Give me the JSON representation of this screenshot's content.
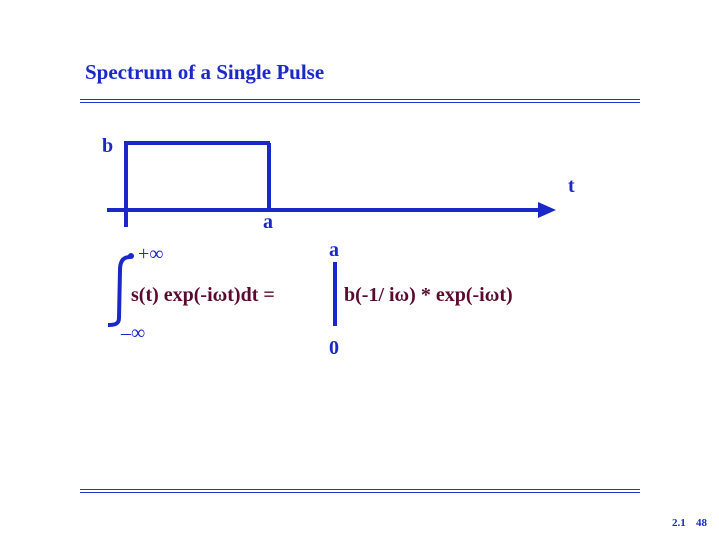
{
  "slide": {
    "title": "Spectrum of a Single Pulse",
    "footer": {
      "section": "2.1",
      "page": "48"
    }
  },
  "pulse_graph": {
    "amplitude_label": "b",
    "end_label": "a",
    "axis_label": "t"
  },
  "equation": {
    "upper_limit": "+∞",
    "lower_limit": "–∞",
    "integrand": "s(t) exp(-iωt)dt =",
    "eval_upper": "a",
    "eval_lower": "0",
    "result": "b(-1/ iω) * exp(-iωt)"
  },
  "colors": {
    "accent": "#1a28c8",
    "math": "#5a0a2e"
  }
}
